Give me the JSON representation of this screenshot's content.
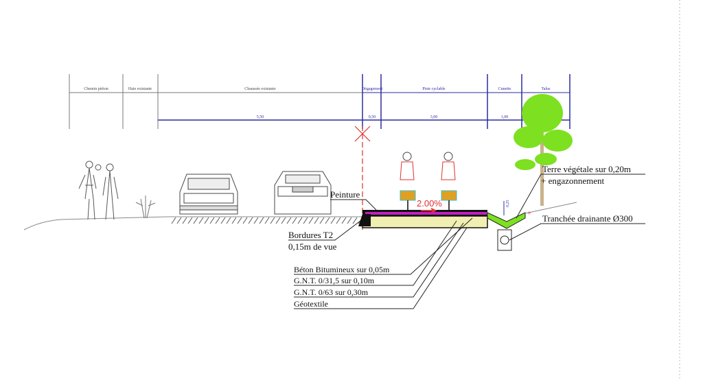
{
  "profile": {
    "columns": [
      {
        "label": "Chemin piéton",
        "width": ""
      },
      {
        "label": "Haie existante",
        "width": ""
      },
      {
        "label": "Chaussée existante",
        "width": "5,50"
      },
      {
        "label": "Dégagement",
        "width": "0,50"
      },
      {
        "label": "Piste cyclable",
        "width": "3,00"
      },
      {
        "label": "Cunette",
        "width": "1,00"
      },
      {
        "label": "Talus",
        "width": ""
      }
    ]
  },
  "annotations": {
    "paint": "Peinture",
    "curb": "Bordures T2",
    "curb_detail": "0,15m de vue",
    "slope": "2.00%",
    "ditch_depth": "0,25",
    "topsoil": "Terre végétale sur 0,20m",
    "topsoil_2": "+ engazonnement",
    "drain": "Tranchée drainante Ø300",
    "layers": [
      "Béton Bitumineux sur 0,05m",
      "G.N.T. 0/31,5 sur 0,10m",
      "G.N.T. 0/63 sur 0,30m",
      "Géotextile"
    ]
  },
  "colors": {
    "dimension": "#2a2aa0",
    "axis": "#e03030",
    "grass": "#7de020",
    "asphalt": "#c020c0",
    "gravel": "#f0eeb0"
  }
}
